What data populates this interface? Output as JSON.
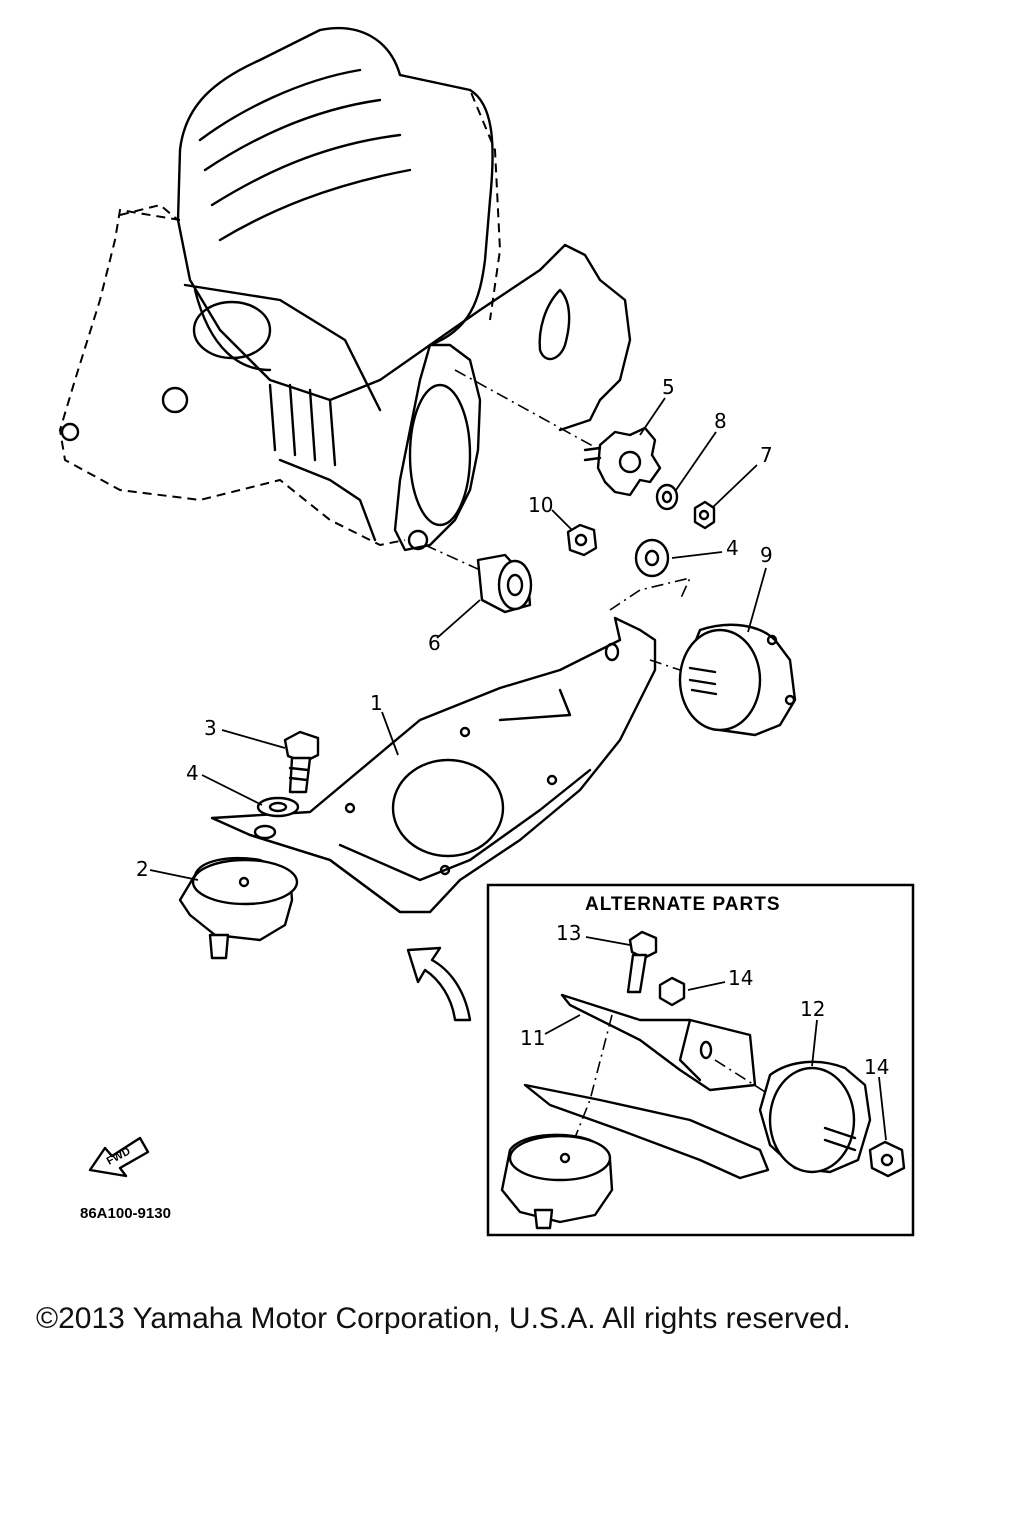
{
  "diagram": {
    "callouts": {
      "c1": "1",
      "c2": "2",
      "c3": "3",
      "c4a": "4",
      "c4b": "4",
      "c5": "5",
      "c6": "6",
      "c7": "7",
      "c8": "8",
      "c9": "9",
      "c10": "10",
      "c11": "11",
      "c12": "12",
      "c13": "13",
      "c14a": "14",
      "c14b": "14"
    },
    "alternate_parts_title": "ALTERNATE PARTS",
    "fwd_label": "FWD",
    "part_code": "86A100-9130"
  },
  "footer": {
    "copyright": "©2013 Yamaha Motor Corporation, U.S.A. All rights reserved."
  }
}
